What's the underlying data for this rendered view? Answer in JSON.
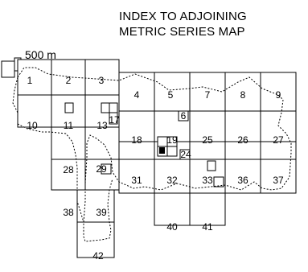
{
  "title": {
    "line1": "INDEX TO ADJOINING",
    "line2": "METRIC SERIES MAP"
  },
  "scale_label": "500 m",
  "sheets": [
    "1",
    "2",
    "3",
    "4",
    "5",
    "6",
    "7",
    "8",
    "9",
    "10",
    "11",
    "13",
    "17",
    "18",
    "19",
    "24",
    "25",
    "26",
    "27",
    "28",
    "29",
    "31",
    "32",
    "33",
    "36",
    "37",
    "38",
    "39",
    "40",
    "41",
    "42"
  ]
}
